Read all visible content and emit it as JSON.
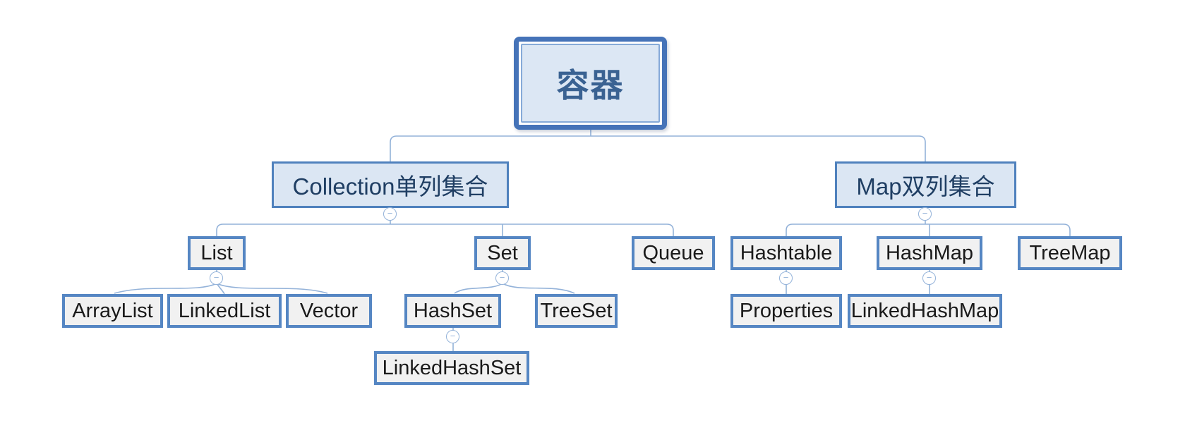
{
  "nodes": {
    "root": {
      "label": "容器"
    },
    "collection": {
      "label": "Collection单列集合"
    },
    "map": {
      "label": "Map双列集合"
    },
    "list": {
      "label": "List"
    },
    "set": {
      "label": "Set"
    },
    "queue": {
      "label": "Queue"
    },
    "hashtable": {
      "label": "Hashtable"
    },
    "hashmap": {
      "label": "HashMap"
    },
    "treemap": {
      "label": "TreeMap"
    },
    "arraylist": {
      "label": "ArrayList"
    },
    "linkedlist": {
      "label": "LinkedList"
    },
    "vector": {
      "label": "Vector"
    },
    "hashset": {
      "label": "HashSet"
    },
    "treeset": {
      "label": "TreeSet"
    },
    "properties": {
      "label": "Properties"
    },
    "linkedhashmap": {
      "label": "LinkedHashMap"
    },
    "linkedhashset": {
      "label": "LinkedHashSet"
    }
  },
  "toggle": {
    "glyph": "−"
  },
  "hierarchy": {
    "容器": {
      "Collection单列集合": {
        "List": [
          "ArrayList",
          "LinkedList",
          "Vector"
        ],
        "Set": {
          "HashSet": [
            "LinkedHashSet"
          ],
          "TreeSet": []
        },
        "Queue": []
      },
      "Map双列集合": {
        "Hashtable": [
          "Properties"
        ],
        "HashMap": [
          "LinkedHashMap"
        ],
        "TreeMap": []
      }
    }
  },
  "colors": {
    "node_border": "#4f81bd",
    "leaf_border": "#5586c3",
    "branch_fill": "#dbe6f3",
    "leaf_fill": "#f1f1f1",
    "root_fill": "#dce7f4",
    "connector": "#93b2d9",
    "root_text": "#3a6292",
    "branch_text": "#1f3e63",
    "leaf_text": "#1a1a1a"
  }
}
